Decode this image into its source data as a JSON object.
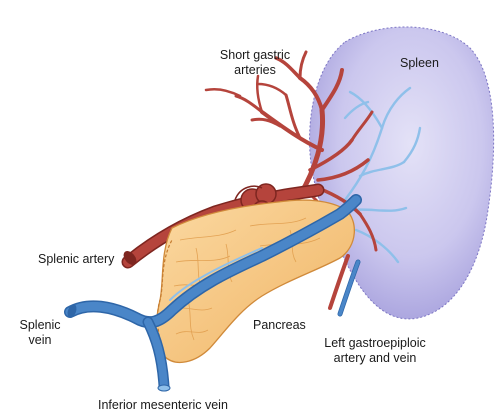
{
  "labels": {
    "short_gastric": [
      "Short gastric",
      "arteries"
    ],
    "spleen": "Spleen",
    "splenic_artery": "Splenic artery",
    "splenic_vein": [
      "Splenic",
      "vein"
    ],
    "pancreas": "Pancreas",
    "left_gastroepiploic": [
      "Left gastroepiploic",
      "artery and vein"
    ],
    "inferior_mesenteric_vein": "Inferior mesenteric vein"
  },
  "colors": {
    "artery": "#b5443c",
    "artery_dark": "#7e2620",
    "vein": "#4a86c8",
    "vein_light": "#8fc0ea",
    "spleen_fill": "#c9c6ec",
    "spleen_edge": "#7d76c4",
    "pancreas_fill": "#f6c784",
    "pancreas_edge": "#d08a3a"
  }
}
